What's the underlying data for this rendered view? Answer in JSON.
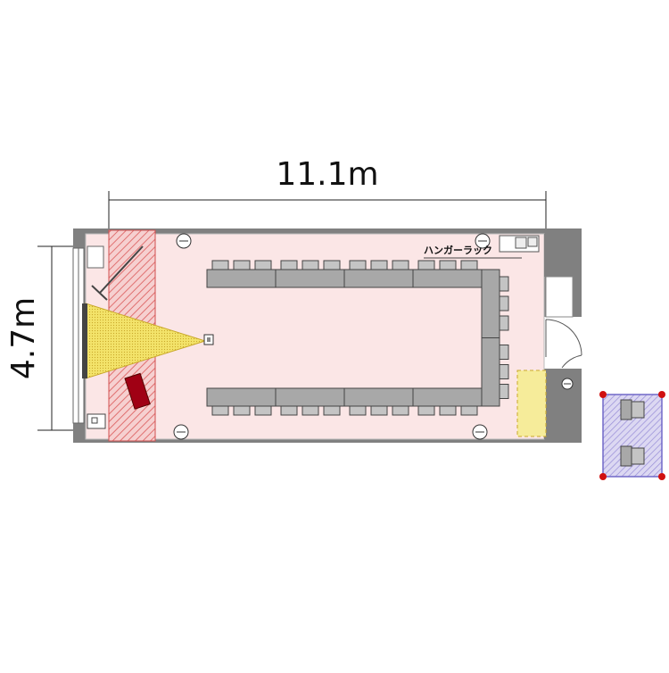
{
  "plan": {
    "width_label": "11.1m",
    "depth_label": "4.7m",
    "hanger_rack_label": "ハンガーラック"
  },
  "layout": {
    "type": "U-shape",
    "top_row_tables": 4,
    "bottom_row_tables": 4,
    "side_tables": 2,
    "chairs_per_table": 3,
    "side_chairs_per_table": 3
  },
  "colors": {
    "room_fill": "#fbe6e6",
    "wall": "#808080",
    "table": "#a8a8a8",
    "chair": "#c4c4c4",
    "screen_zone": "#e8a0a0",
    "projector_beam": "#f3e36a",
    "podium": "#a00014",
    "storage": "#f6ec9a",
    "selection_box": "#b0a8e0",
    "handle": "#d01010"
  }
}
